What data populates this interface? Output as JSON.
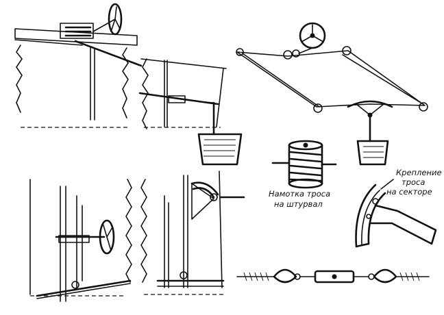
{
  "annotations": {
    "cable_winding_line1": "Намотка троса",
    "cable_winding_line2": "на штурвал",
    "cable_sector_line1": "Крепление",
    "cable_sector_line2": "троса",
    "cable_sector_line3": "на секторе"
  },
  "colors": {
    "ink": "#111111",
    "background": "#ffffff"
  }
}
